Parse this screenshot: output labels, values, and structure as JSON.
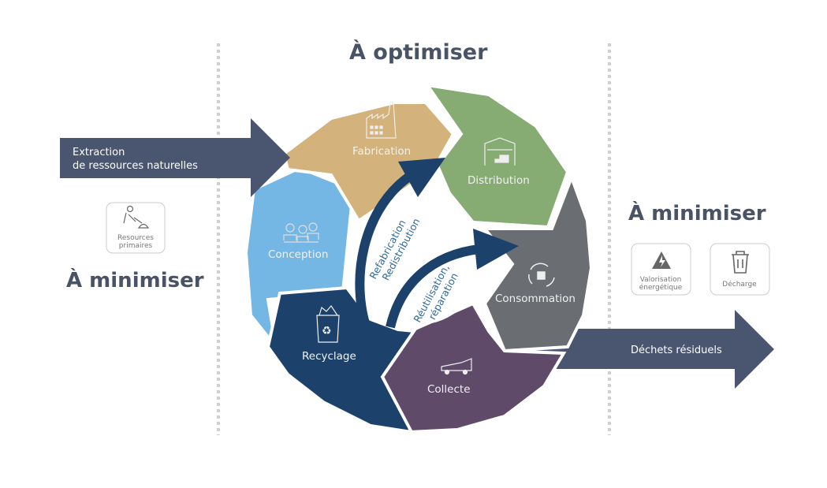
{
  "headings": {
    "optimize": "À optimiser",
    "minimize_left": "À minimiser",
    "minimize_right": "À minimiser"
  },
  "input_arrow": {
    "line1": "Extraction",
    "line2": "de ressources naturelles"
  },
  "output_arrow": {
    "label": "Déchets résiduels"
  },
  "left_boxes": [
    {
      "icon": "worker-shovel-icon",
      "line1": "Resources",
      "line2": "primaires"
    }
  ],
  "right_boxes": [
    {
      "icon": "lightning-warning-icon",
      "line1": "Valorisation",
      "line2": "énergétique"
    },
    {
      "icon": "trash-bin-icon",
      "line1": "Décharge",
      "line2": ""
    }
  ],
  "cycle": [
    {
      "id": "fabrication",
      "label": "Fabrication",
      "icon": "factory-icon",
      "color": "#d3b27b"
    },
    {
      "id": "distribution",
      "label": "Distribution",
      "icon": "warehouse-icon",
      "color": "#86ab73"
    },
    {
      "id": "consommation",
      "label": "Consommation",
      "icon": "recycle-box-icon",
      "color": "#6a6d72"
    },
    {
      "id": "collecte",
      "label": "Collecte",
      "icon": "dump-truck-icon",
      "color": "#5f4a6a"
    },
    {
      "id": "recyclage",
      "label": "Recyclage",
      "icon": "recycling-bin-icon",
      "color": "#1c426b"
    },
    {
      "id": "conception",
      "label": "Conception",
      "icon": "team-icon",
      "color": "#74b6e4"
    }
  ],
  "inner_loops": [
    {
      "line1": "Refabrication",
      "line2": "Redistribution"
    },
    {
      "line1": "Réutilisation,",
      "line2": "réparation"
    }
  ],
  "colors": {
    "arrow": "#4a5570",
    "heading": "#4a5366",
    "inner_arrow": "#1c426b",
    "divider": "#cccccc"
  }
}
